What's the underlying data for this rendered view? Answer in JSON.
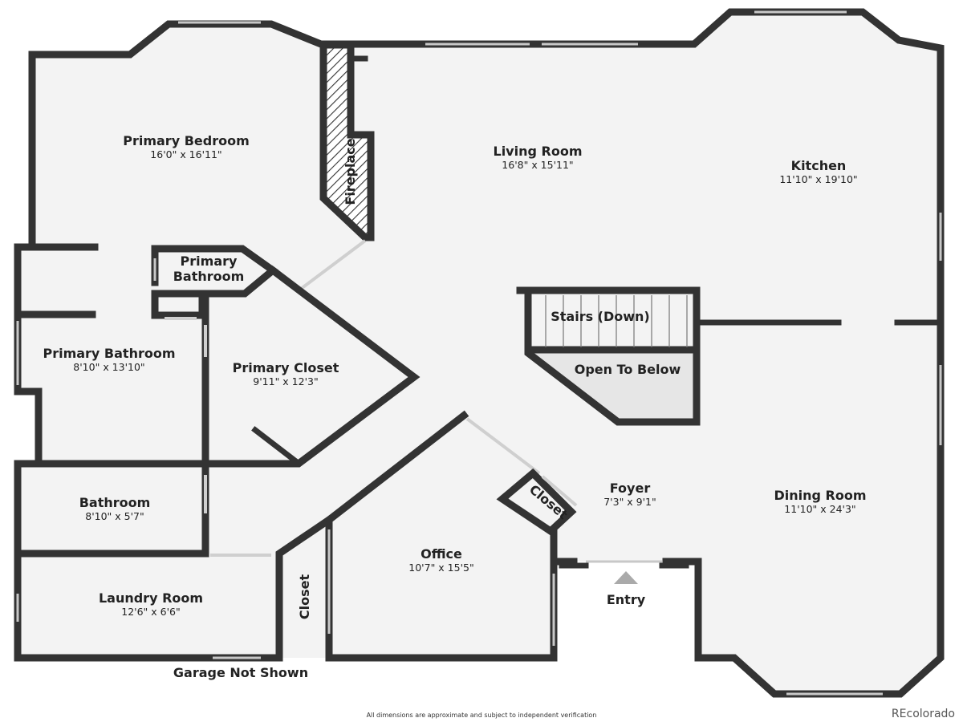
{
  "rooms": {
    "primary_bedroom": {
      "name": "Primary Bedroom",
      "dim": "16'0\" x 16'11\""
    },
    "living_room": {
      "name": "Living Room",
      "dim": "16'8\" x 15'11\""
    },
    "kitchen": {
      "name": "Kitchen",
      "dim": "11'10\" x 19'10\""
    },
    "primary_bathroom_small_line1": {
      "name": "Primary"
    },
    "primary_bathroom_small_line2": {
      "name": "Bathroom"
    },
    "primary_bathroom": {
      "name": "Primary Bathroom",
      "dim": "8'10\" x 13'10\""
    },
    "primary_closet": {
      "name": "Primary Closet",
      "dim": "9'11\" x 12'3\""
    },
    "stairs": {
      "name": "Stairs (Down)"
    },
    "open_to_below": {
      "name": "Open To Below"
    },
    "bathroom": {
      "name": "Bathroom",
      "dim": "8'10\" x 5'7\""
    },
    "laundry_room": {
      "name": "Laundry Room",
      "dim": "12'6\" x 6'6\""
    },
    "office": {
      "name": "Office",
      "dim": "10'7\" x 15'5\""
    },
    "foyer": {
      "name": "Foyer",
      "dim": "7'3\" x 9'1\""
    },
    "dining_room": {
      "name": "Dining Room",
      "dim": "11'10\" x 24'3\""
    },
    "closet_office": {
      "name": "Closet"
    },
    "closet_foyer": {
      "name": "Closet"
    },
    "fireplace": {
      "name": "Fireplace"
    },
    "entry": {
      "name": "Entry"
    }
  },
  "notes": {
    "garage": "Garage Not Shown",
    "disclaimer": "All dimensions are approximate and subject to independent verification",
    "brand": "REcolorado"
  },
  "colors": {
    "wall": "#333333",
    "floor": "#f3f3f3",
    "window": "#c8c8c8"
  }
}
